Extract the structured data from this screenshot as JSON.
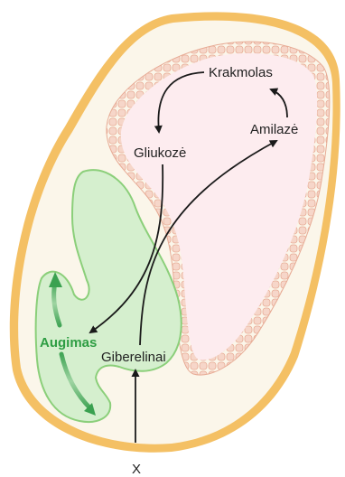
{
  "labels": {
    "starch": "Krakmolas",
    "amylase": "Amilazė",
    "glucose": "Gliukozė",
    "growth": "Augimas",
    "gibberellins": "Giberelinai",
    "signal": "X"
  },
  "colors": {
    "seed_coat_outer": "#f4c064",
    "seed_coat_inner": "#fbf6ea",
    "aleurone_cells": "#f2c9b9",
    "endosperm_fill": "#fdecef",
    "embryo_fill": "#d5efce",
    "embryo_stroke": "#8bcf7a",
    "growth_text": "#2e9d43",
    "arrow": "#1a1a1a"
  }
}
